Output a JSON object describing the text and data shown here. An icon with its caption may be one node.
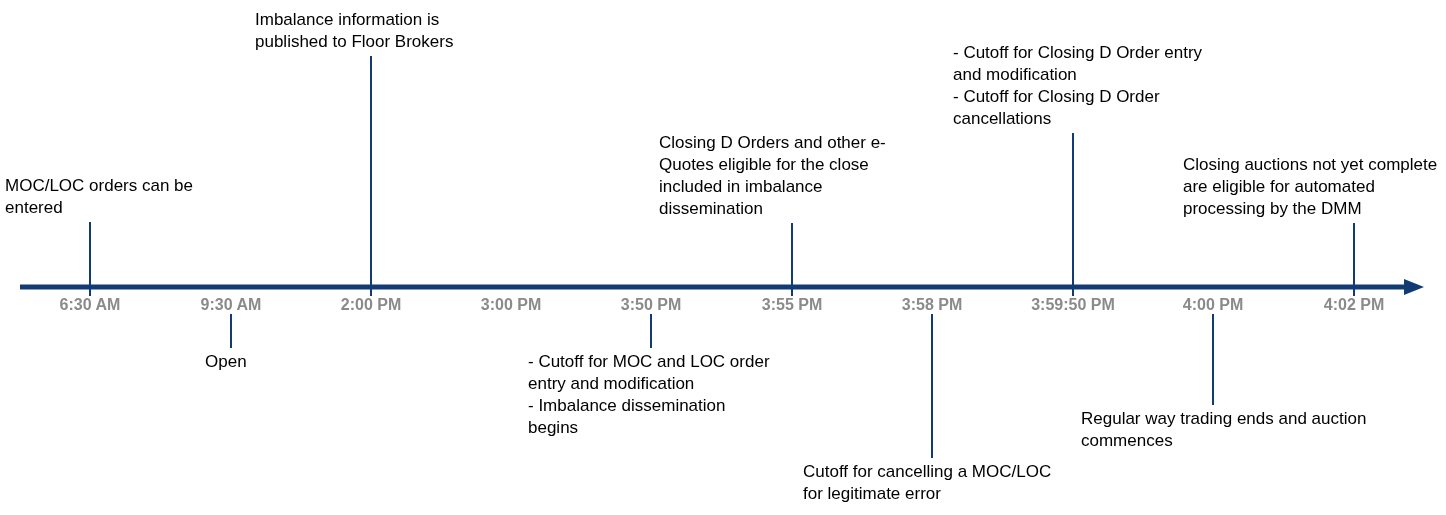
{
  "diagram": {
    "nodes": [
      {
        "text": [
          "MOC/LOC orders can be entered"
        ]
      },
      {
        "text": [
          "Open"
        ]
      },
      {
        "text": [
          "Imbalance information is published to Floor Brokers"
        ]
      },
      {
        "text": [
          "- Cutoff for MOC and LOC order entry and modification",
          "- Imbalance dissemination begins"
        ]
      },
      {
        "text": [
          "Closing D Orders and other e-Quotes eligible for the close included in imbalance dissemination"
        ]
      },
      {
        "text": [
          "Cutoff for cancelling a MOC/LOC for legitimate error"
        ]
      },
      {
        "text": [
          "- Cutoff for Closing D Order entry and modification",
          "- Cutoff for Closing D Order cancellations"
        ]
      },
      {
        "text": [
          "Closing auctions not yet complete are eligible for automated processing by the DMM"
        ]
      },
      {
        "text": [
          "Regular way trading ends and auction commences"
        ]
      },
      {
        "text": [
          "6:30 AM"
        ]
      },
      {
        "text": [
          "9:30 AM"
        ]
      },
      {
        "text": [
          "2:00 PM"
        ]
      },
      {
        "text": [
          "3:00 PM"
        ]
      },
      {
        "text": [
          "3:50 PM"
        ]
      },
      {
        "text": [
          "3:55 PM"
        ]
      },
      {
        "text": [
          "3:58 PM"
        ]
      },
      {
        "text": [
          "3:59:50 PM"
        ]
      },
      {
        "text": [
          "4:00 PM"
        ]
      },
      {
        "text": [
          "4:02 PM"
        ]
      }
    ],
    "edges": [
      {
        "from": 0,
        "to": 9,
        "arrow": "none"
      },
      {
        "from": 1,
        "to": 10,
        "arrow": "none"
      },
      {
        "from": 2,
        "to": 11,
        "arrow": "none"
      },
      {
        "from": 3,
        "to": 13,
        "arrow": "none"
      },
      {
        "from": 4,
        "to": 14,
        "arrow": "none"
      },
      {
        "from": 5,
        "to": 15,
        "arrow": "none"
      },
      {
        "from": 6,
        "to": 16,
        "arrow": "none"
      },
      {
        "from": 7,
        "to": 18,
        "arrow": "none"
      },
      {
        "from": 8,
        "to": 17,
        "arrow": "none"
      }
    ]
  }
}
